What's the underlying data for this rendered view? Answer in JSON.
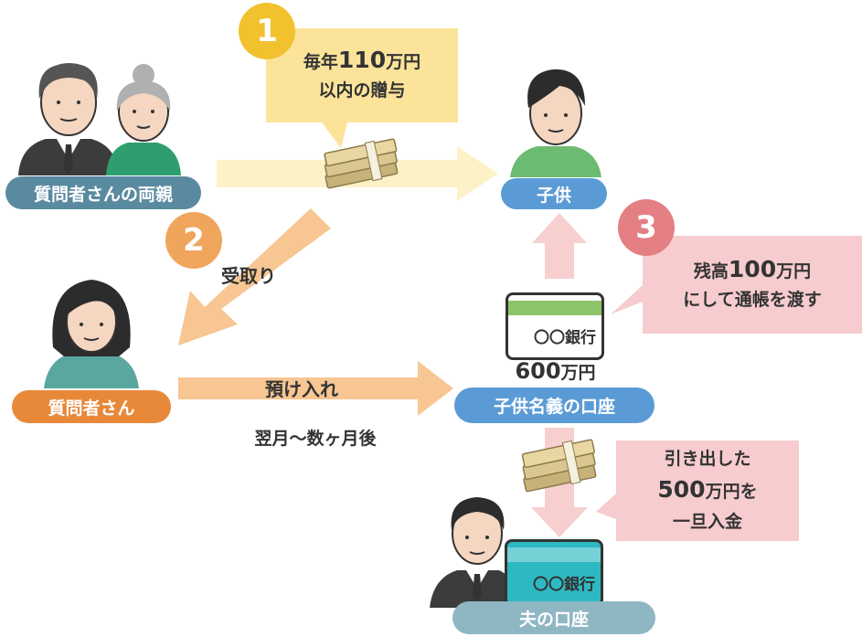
{
  "steps": {
    "step1": {
      "number": "1",
      "line1_prefix": "毎年",
      "line1_amount": "110",
      "line1_suffix": "万円",
      "line2": "以内の贈与"
    },
    "step2": {
      "number": "2",
      "label": "受取り"
    },
    "step3": {
      "number": "3",
      "line1_prefix": "残高",
      "line1_amount": "100",
      "line1_suffix": "万円",
      "line2": "にして通帳を渡す"
    }
  },
  "labels": {
    "parents": "質問者さんの両親",
    "child": "子供",
    "questioner": "質問者さん",
    "child_account": "子供名義の口座",
    "husband_account": "夫の口座"
  },
  "deposit": {
    "label": "預け入れ",
    "timing": "翌月〜数ヶ月後"
  },
  "child_account_balance": {
    "amount": "600",
    "unit": "万円"
  },
  "bank_card_text": "〇〇銀行",
  "withdraw_note": {
    "line1": "引き出した",
    "line2_amount": "500",
    "line2_suffix": "万円を",
    "line3": "一旦入金"
  },
  "colors": {
    "step1": "#f2c12e",
    "step2": "#f0a55c",
    "step3": "#e47f84",
    "pill_parents": "#5a8aa0",
    "pill_child": "#5b9bd5",
    "pill_questioner": "#e8893a",
    "pill_husband": "#8fb6c3",
    "bubble1": "#fbe39a",
    "bubble3": "#f7cccf",
    "arrow_orange": "#f7c692",
    "arrow_yellow": "#fdf1c8",
    "arrow_pink": "#f7cfcf"
  },
  "icons": [
    "person-elderly-man-icon",
    "person-elderly-woman-icon",
    "person-child-icon",
    "person-woman-icon",
    "person-man-icon",
    "bank-card-icon",
    "cash-stack-icon"
  ]
}
